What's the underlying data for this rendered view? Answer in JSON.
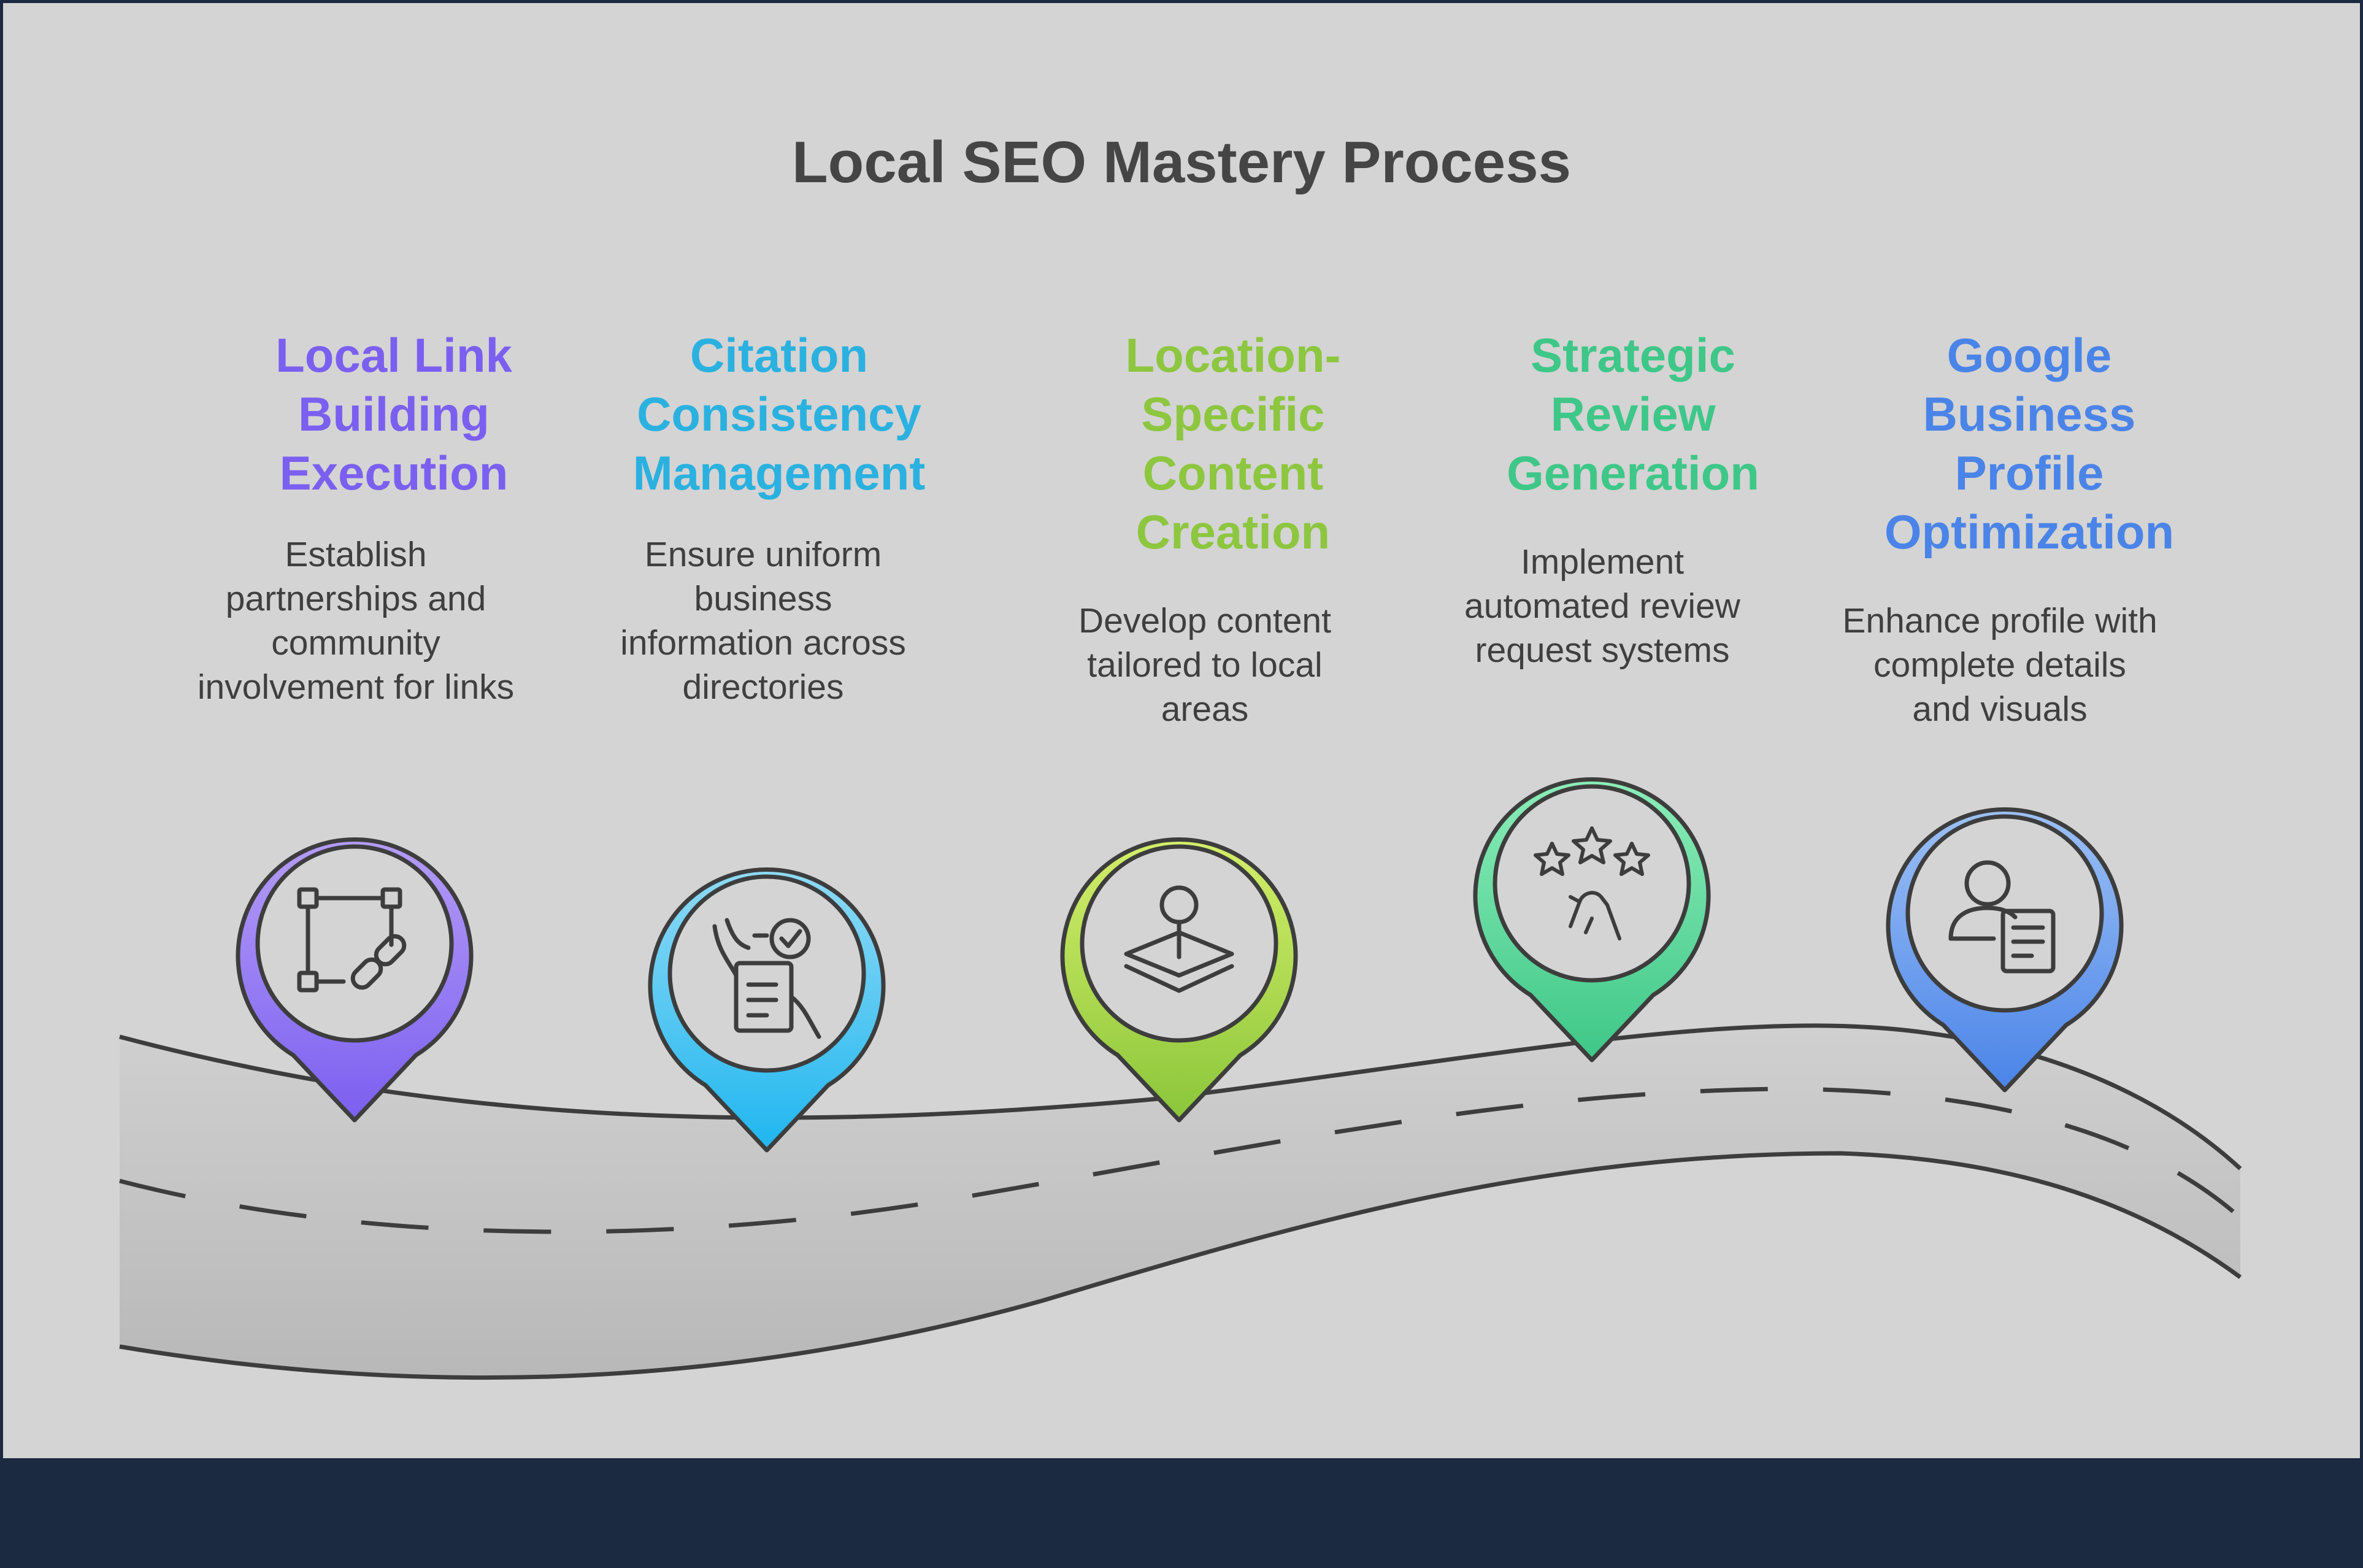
{
  "title": "Local SEO Mastery Process",
  "steps": [
    {
      "heading": "Local Link\nBuilding\nExecution",
      "description": "Establish\npartnerships and\ncommunity\ninvolvement for links",
      "color": "#7b5ff0",
      "icon": "link-network-icon"
    },
    {
      "heading": "Citation\nConsistency\nManagement",
      "description": "Ensure uniform\nbusiness\ninformation across\ndirectories",
      "color": "#2ab1e0",
      "icon": "document-check-icon"
    },
    {
      "heading": "Location-\nSpecific\nContent\nCreation",
      "description": "Develop content\ntailored to local\nareas",
      "color": "#8dc63f",
      "icon": "location-layers-icon"
    },
    {
      "heading": "Strategic\nReview\nGeneration",
      "description": "Implement\nautomated review\nrequest systems",
      "color": "#3ec788",
      "icon": "review-stars-icon"
    },
    {
      "heading": "Google\nBusiness\nProfile\nOptimization",
      "description": "Enhance profile with\ncomplete details\nand visuals",
      "color": "#4a84e8",
      "icon": "profile-card-icon"
    }
  ]
}
